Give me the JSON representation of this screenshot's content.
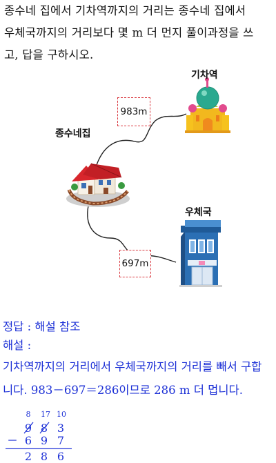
{
  "question": {
    "lines": [
      "종수네 집에서 기차역까지의 거리는 종수네 집에서",
      "우체국까지의 거리보다 몇 m 더 먼지 풀이과정을 쓰",
      "고, 답을 구하시오."
    ]
  },
  "figure": {
    "station_label": "기차역",
    "home_label": "종수네집",
    "post_label": "우체국",
    "dist_station": "983m",
    "dist_post": "697m",
    "icons": [
      "train-station-icon",
      "house-icon",
      "post-office-icon"
    ]
  },
  "answer": {
    "correct": "정답 : 해설 참조",
    "explain_title": "해설 :",
    "explain_line1": "기차역까지의 거리에서 우체국까지의 거리를 빼서 구합",
    "explain_line2": "니다. 983－697＝286이므로 286 m 더 멉니다."
  },
  "calc": {
    "borrow": [
      "8",
      "17",
      "10"
    ],
    "top": [
      "9",
      "8",
      "3"
    ],
    "operator": "－",
    "bottom": [
      "6",
      "9",
      "7"
    ],
    "result": [
      "2",
      "8",
      "6"
    ]
  },
  "colors": {
    "answer_text": "#1b2fd6",
    "dashed_box": "#d9363e"
  }
}
